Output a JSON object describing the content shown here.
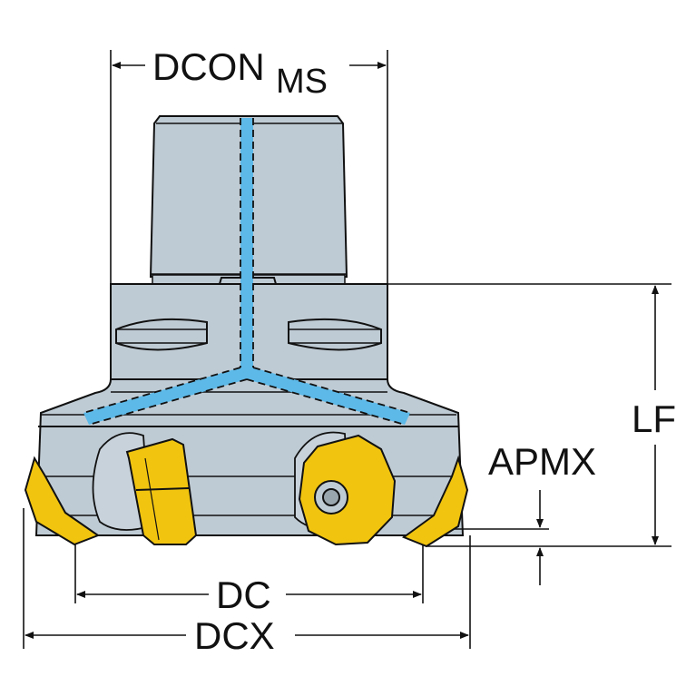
{
  "title": "Milling cutter dimension drawing",
  "labels": {
    "dcon_main": "DCON",
    "dcon_sub": "MS",
    "lf": "LF",
    "apmx": "APMX",
    "dc": "DC",
    "dcx": "DCX"
  },
  "colors": {
    "body": "#bfcbd4",
    "coolant": "#5db9e8",
    "insert": "#f1c40f",
    "line": "#111111"
  }
}
